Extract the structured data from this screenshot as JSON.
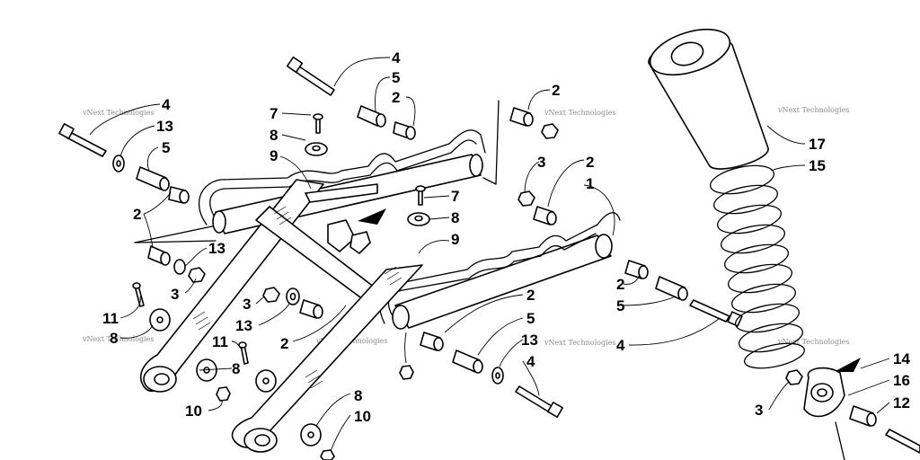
{
  "callouts": {
    "c4a": "4",
    "c5a": "5",
    "c2a": "2",
    "c7a": "7",
    "c8a": "8",
    "c9a": "9",
    "c4b": "4",
    "c13a": "13",
    "c5b": "5",
    "c2b": "2",
    "c13b": "13",
    "c3a": "3",
    "c2c": "2",
    "c3b": "3",
    "c2d": "2",
    "c1": "1",
    "c7b": "7",
    "c8b": "8",
    "c9b": "9",
    "c17": "17",
    "c15": "15",
    "c11a": "11",
    "c8c": "8",
    "c3c": "3",
    "c13c": "13",
    "c2e": "2",
    "c11b": "11",
    "c8d": "8",
    "c10a": "10",
    "c2f": "2",
    "c5c": "5",
    "c13d": "13",
    "c4c": "4",
    "c8e": "8",
    "c10b": "10",
    "c2g": "2",
    "c5d": "5",
    "c4d": "4",
    "c14": "14",
    "c16": "16",
    "c12": "12",
    "c3d": "3"
  },
  "watermark": "vNext Technologies",
  "colors": {
    "ink": "#000000",
    "paper": "#ffffff",
    "watermark": "#8a8a8a"
  }
}
